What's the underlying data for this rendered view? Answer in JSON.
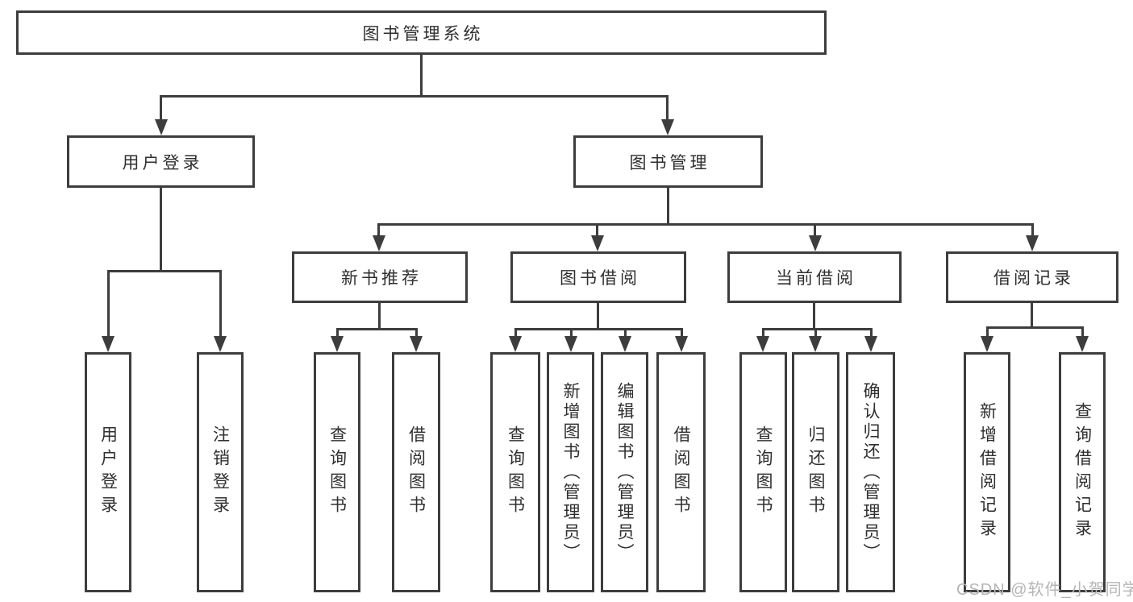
{
  "nodes": {
    "root": "图书管理系统",
    "user_login": "用户登录",
    "book_mgmt": "图书管理",
    "new_book": "新书推荐",
    "book_borrow": "图书借阅",
    "current_borrow": "当前借阅",
    "borrow_record": "借阅记录"
  },
  "leaves": {
    "user_login": "用户登录",
    "logout": "注销登录",
    "nb_query": "查询图书",
    "nb_borrow": "借阅图书",
    "bb_query": "查询图书",
    "bb_add": "新增图书（管理员）",
    "bb_edit": "编辑图书（管理员）",
    "bb_borrow": "借阅图书",
    "cb_query": "查询图书",
    "cb_return": "归还图书",
    "cb_confirm": "确认归还（管理员）",
    "br_add": "新增借阅记录",
    "br_query": "查询借阅记录"
  },
  "watermark": "CSDN @软件_小贺同学",
  "colors": {
    "line": "#3d3d3d",
    "text": "#2f2f2f",
    "watermark": "#b5b5b5",
    "background": "#ffffff"
  }
}
